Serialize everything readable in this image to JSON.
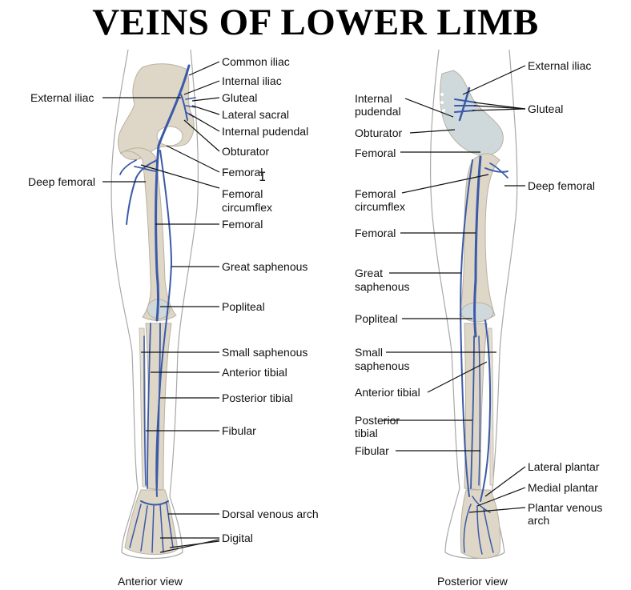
{
  "title": "VEINS OF LOWER LIMB",
  "colors": {
    "vein": "#3b5aa8",
    "bone": "#ddd6c8",
    "outline": "#9a9a9a",
    "leader": "#111111"
  },
  "anterior": {
    "view_label": "Anterior view",
    "labels": {
      "common_iliac": "Common iliac",
      "internal_iliac": "Internal iliac",
      "gluteal": "Gluteal",
      "lateral_sacral": "Lateral sacral",
      "internal_pudendal": "Internal pudendal",
      "obturator": "Obturator",
      "femoral_top": "Femoral",
      "femoral_circumflex_1": "Femoral",
      "femoral_circumflex_2": "circumflex",
      "femoral": "Femoral",
      "great_saphenous": "Great saphenous",
      "popliteal": "Popliteal",
      "small_saphenous": "Small saphenous",
      "anterior_tibial": "Anterior tibial",
      "posterior_tibial": "Posterior tibial",
      "fibular": "Fibular",
      "dorsal_venous_arch": "Dorsal venous arch",
      "digital": "Digital",
      "external_iliac": "External iliac",
      "deep_femoral": "Deep femoral"
    }
  },
  "posterior": {
    "view_label": "Posterior view",
    "labels": {
      "external_iliac": "External iliac",
      "gluteal": "Gluteal",
      "deep_femoral": "Deep femoral",
      "internal_pudendal_1": "Internal",
      "internal_pudendal_2": "pudendal",
      "obturator": "Obturator",
      "femoral_top": "Femoral",
      "femoral_circumflex_1": "Femoral",
      "femoral_circumflex_2": "circumflex",
      "femoral": "Femoral",
      "great_saphenous_1": "Great",
      "great_saphenous_2": "saphenous",
      "popliteal": "Popliteal",
      "small_saphenous_1": "Small",
      "small_saphenous_2": "saphenous",
      "anterior_tibial": "Anterior tibial",
      "posterior_tibial_1": "Posterior",
      "posterior_tibial_2": "tibial",
      "fibular": "Fibular",
      "lateral_plantar": "Lateral plantar",
      "medial_plantar": "Medial plantar",
      "plantar_venous_arch_1": "Plantar venous",
      "plantar_venous_arch_2": "arch"
    }
  }
}
